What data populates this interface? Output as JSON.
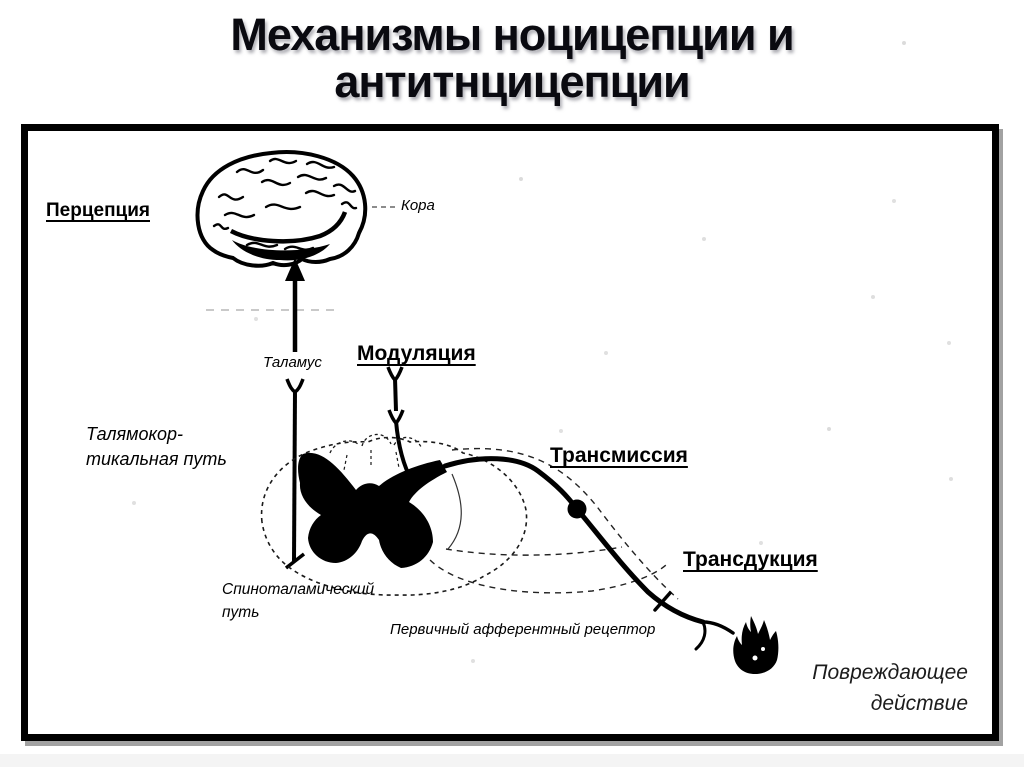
{
  "slide": {
    "title_line1": "Механизмы ноцицепции и",
    "title_line2": "антитнцицепции"
  },
  "labels": {
    "perception": "Перцепция",
    "cortex": "Кора",
    "thalamus": "Таламус",
    "modulation": "Модуляция",
    "thalamocortical_line1": "Талямокор-",
    "thalamocortical_line2": "тикальная путь",
    "transmission": "Трансмиссия",
    "transduction": "Трансдукция",
    "spinothalamic_line1": "Спиноталамический",
    "spinothalamic_line2": "путь",
    "primary_afferent_receptor": "Первичный афферентный рецептор",
    "damaging_line1": "Повреждающее",
    "damaging_line2": "действие"
  },
  "icons": {
    "brain": "brain-illustration",
    "spinal_cord": "spinal-cord-cross-section",
    "flame": "flame-icon",
    "arrow": "arrow-up-icon",
    "synapse": "synapse-fork-icon",
    "ganglion": "ganglion-dot-icon"
  },
  "colors": {
    "ink": "#000000",
    "title": "#0a0a10",
    "background": "#ffffff"
  }
}
